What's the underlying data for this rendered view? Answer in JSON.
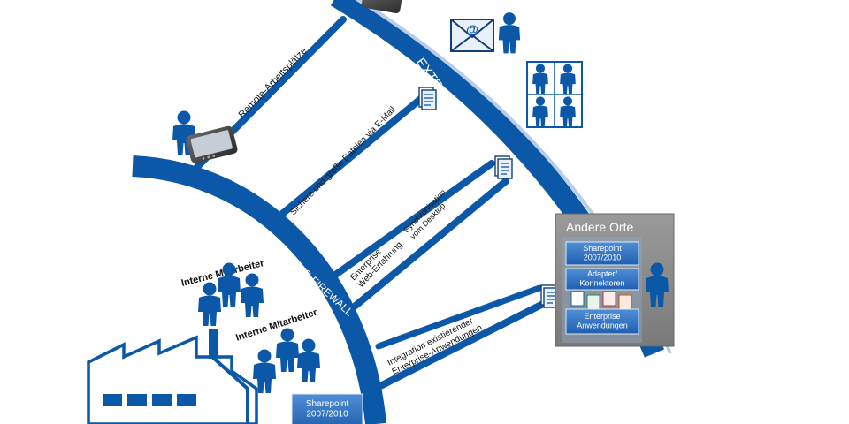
{
  "labels": {
    "remote": "Remote-Arbeitsplätze",
    "email_files": "Sichere und große Dateien via E-Mail",
    "enterprise_web": "Enterprise\nWeb-Erfahrung",
    "sync": "Synchronisation\nvom Desktop",
    "integration": "Integration existierender\nEnterprise-Anwendungen",
    "internal_1": "Interne Mitarbeiter",
    "internal_2": "Interne Mitarbeiter"
  },
  "firewalls": {
    "extended": "EXTENDED VIRTUAL FIREWALL",
    "company": "UNTERNEHMENS-FIREWALL"
  },
  "other_sites": {
    "title": "Andere Orte",
    "boxes": [
      "Sharepoint\n2007/2010",
      "Adapter/\nKonnektoren",
      "Enterprise\nAnwendungen"
    ]
  },
  "factory_box": "Sharepoint\n2007/2010",
  "email_icon_symbol": "@",
  "icons": [
    "person-icon",
    "tablet-icon",
    "email-envelope-icon",
    "document-icon",
    "factory-icon"
  ],
  "colors": {
    "brand_blue": "#0b57a8",
    "dark_blue": "#123f78",
    "box_blue": "#2a6fc0",
    "panel_grey": "#8a8a8a"
  }
}
